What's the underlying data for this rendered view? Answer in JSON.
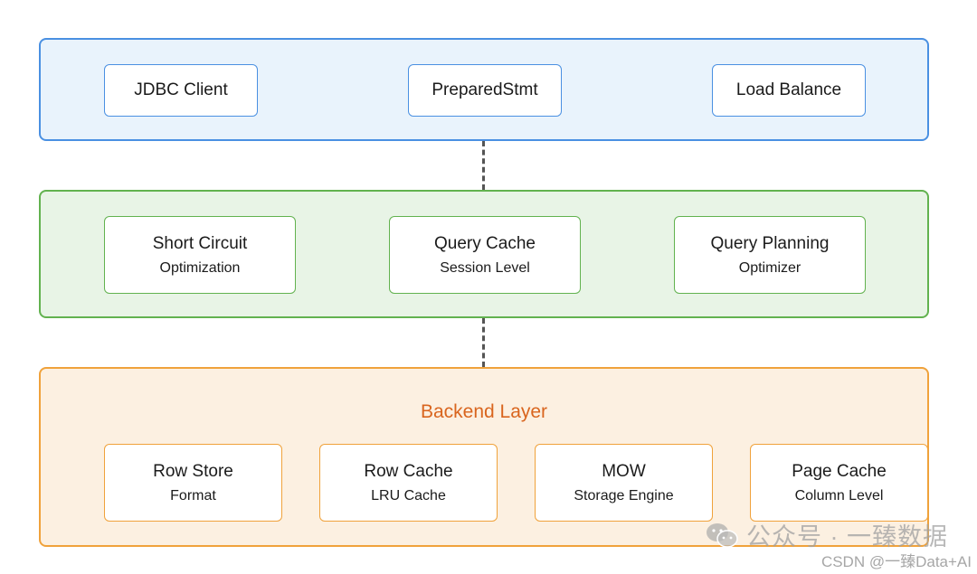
{
  "client_layer": {
    "items": [
      {
        "title": "JDBC Client"
      },
      {
        "title": "PreparedStmt"
      },
      {
        "title": "Load Balance"
      }
    ]
  },
  "middle_layer": {
    "items": [
      {
        "title": "Short Circuit",
        "subtitle": "Optimization"
      },
      {
        "title": "Query Cache",
        "subtitle": "Session Level"
      },
      {
        "title": "Query Planning",
        "subtitle": "Optimizer"
      }
    ]
  },
  "backend_layer": {
    "title": "Backend Layer",
    "items": [
      {
        "title": "Row Store",
        "subtitle": "Format"
      },
      {
        "title": "Row Cache",
        "subtitle": "LRU Cache"
      },
      {
        "title": "MOW",
        "subtitle": "Storage Engine"
      },
      {
        "title": "Page Cache",
        "subtitle": "Column Level"
      }
    ]
  },
  "watermark": {
    "text": "公众号 · 一臻数据",
    "credit": "CSDN @一臻Data+AI"
  },
  "colors": {
    "client_border": "#4a90e2",
    "middle_border": "#62b24f",
    "backend_border": "#f0a23b",
    "backend_title": "#d9651e"
  }
}
